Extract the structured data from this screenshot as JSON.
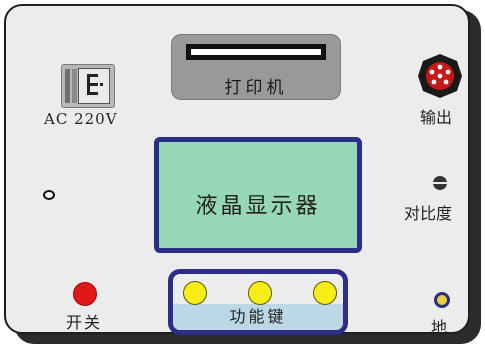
{
  "labels": {
    "ac": "AC 220V",
    "printer": "打印机",
    "output": "输出",
    "lcd": "液晶显示器",
    "contrast": "对比度",
    "power": "开关",
    "function_keys": "功能键",
    "ground": "地"
  },
  "colors": {
    "panel": "#ececec",
    "lcd": "#96d7b5",
    "frame": "#2b2d86",
    "power": "#e01818",
    "keys": "#f6ec16",
    "output": "#c81818",
    "strip": "#bcd7e6"
  },
  "function_key_count": 3
}
